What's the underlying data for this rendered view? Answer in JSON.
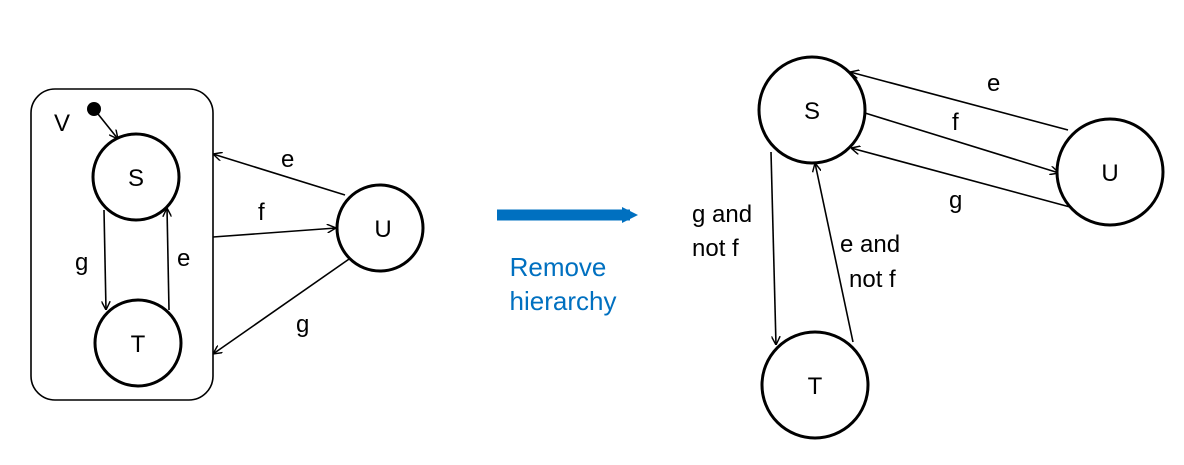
{
  "colors": {
    "accent": "#0070C0",
    "ink": "#000000",
    "background": "#ffffff"
  },
  "left": {
    "superstate_label": "V",
    "nodes": {
      "s": "S",
      "t": "T",
      "u": "U"
    },
    "edges": {
      "s_to_t": "g",
      "t_to_s": "e",
      "u_to_v_e": "e",
      "v_to_u_f": "f",
      "u_to_v_g": "g"
    }
  },
  "transform": {
    "line1": "Remove",
    "line2": "hierarchy"
  },
  "right": {
    "nodes": {
      "s": "S",
      "t": "T",
      "u": "U"
    },
    "edges": {
      "u_to_s": "e",
      "s_to_u": "f",
      "u_to_s_g": "g",
      "s_to_t_line1": "g and",
      "s_to_t_line2": "not f",
      "t_to_s_line1": "e and",
      "t_to_s_line2": "not f"
    }
  }
}
